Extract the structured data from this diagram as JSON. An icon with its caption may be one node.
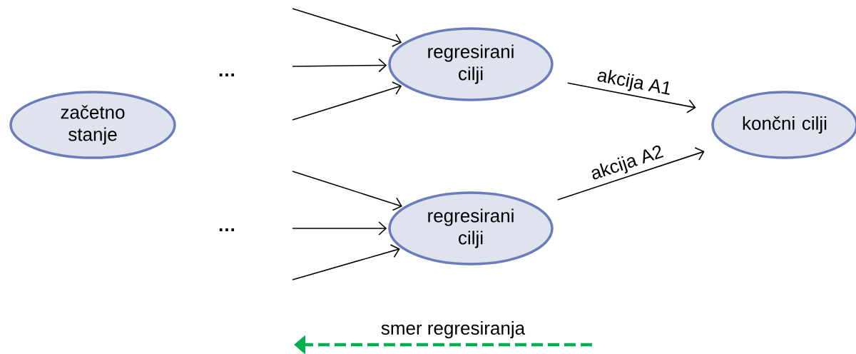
{
  "diagram": {
    "nodes": [
      {
        "text": [
          "začetno stanje"
        ]
      },
      {
        "text": [
          "regresirani cilji"
        ]
      },
      {
        "text": [
          "končni cilji"
        ]
      },
      {
        "text": [
          "regresirani cilji"
        ]
      }
    ],
    "edges": [
      {
        "from": null,
        "to": 1,
        "arrow": "to"
      },
      {
        "from": null,
        "to": 1,
        "arrow": "to"
      },
      {
        "from": null,
        "to": 1,
        "arrow": "to"
      },
      {
        "from": null,
        "to": 3,
        "arrow": "to"
      },
      {
        "from": null,
        "to": 3,
        "arrow": "to"
      },
      {
        "from": null,
        "to": 3,
        "arrow": "to"
      },
      {
        "from": 1,
        "to": 2,
        "arrow": "to",
        "label": "akcija A1"
      },
      {
        "from": 3,
        "to": 2,
        "arrow": "to",
        "label": "akcija A2"
      }
    ],
    "labels": [
      "…",
      "…",
      "smer regresiranja"
    ]
  }
}
